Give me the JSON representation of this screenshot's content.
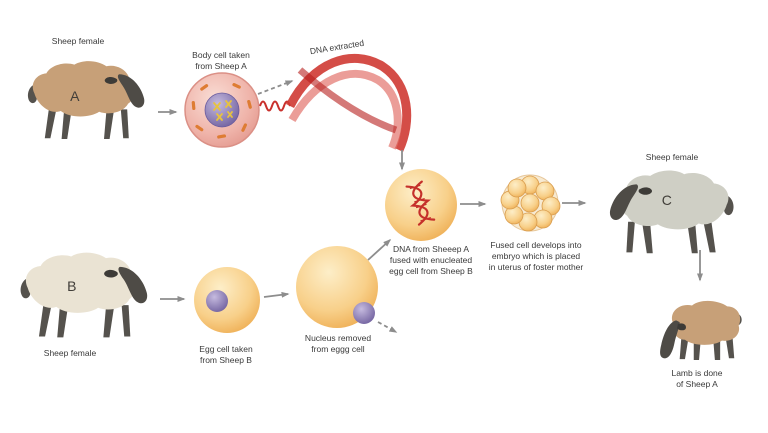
{
  "diagram": {
    "sheep_a": {
      "caption": "Sheep female",
      "letter": "A"
    },
    "body_cell": {
      "caption": "Body cell taken\nfrom Sheep A"
    },
    "dna": {
      "caption": "DNA extracted"
    },
    "fused_cell": {
      "caption": "DNA from Sheeep A\nfused with enucleated\negg cell from Sheep B"
    },
    "embryo": {
      "caption": "Fused cell develops into\nembryo which is placed\nin uterus of foster mother"
    },
    "sheep_c": {
      "caption": "Sheep female",
      "letter": "C"
    },
    "sheep_b": {
      "caption": "Sheep female",
      "letter": "B"
    },
    "egg_cell": {
      "caption": "Egg cell taken\nfrom Sheep B"
    },
    "enucleated_cell": {
      "caption": "Nucleus removed\nfrom eggg cell"
    },
    "lamb": {
      "caption": "Lamb is done\nof Sheep A"
    }
  },
  "colors": {
    "sheep_a_body": "#c7a078",
    "sheep_b_body": "#eae3d3",
    "sheep_c_body": "#cfcfc5",
    "lamb_body": "#c7a078",
    "sheep_dark": "#4e4b46",
    "body_cell_pink": "#eeb2a8",
    "egg_cell_yellow": "#f6c877",
    "nucleus_purple": "#7a6bad",
    "dna_red": "#c9302c",
    "arrow_gray": "#8d8d8d"
  }
}
